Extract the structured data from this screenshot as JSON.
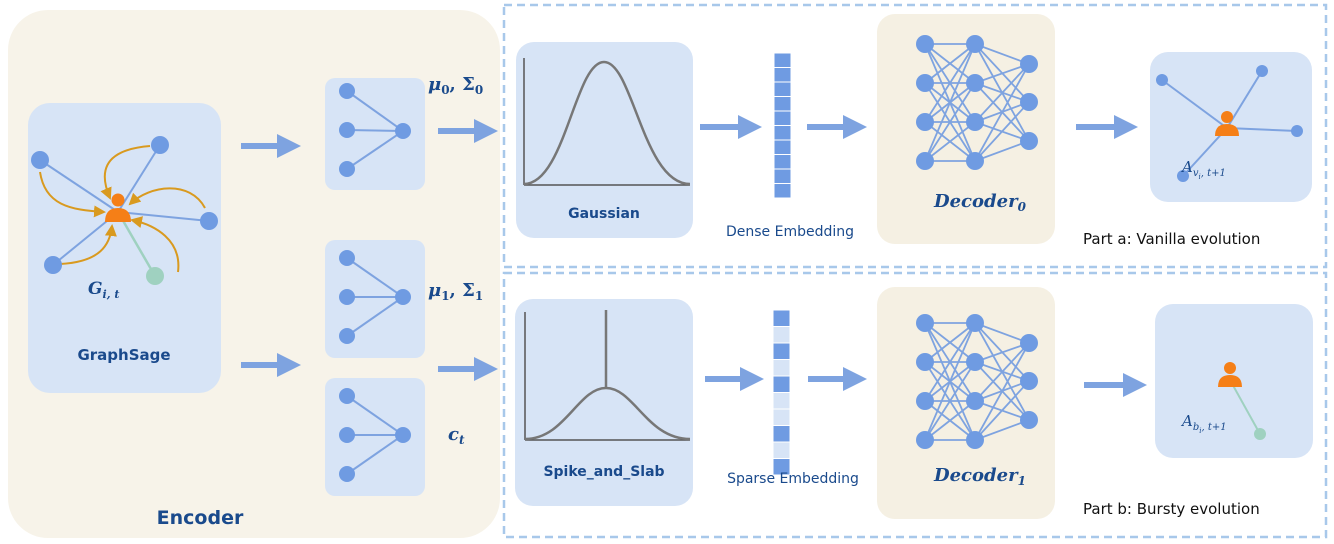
{
  "encoder": {
    "title": "Encoder",
    "graphsage_label": "GraphSage",
    "graph_label_main": "G",
    "graph_label_sub": "i, t",
    "params": {
      "mu0_mu": "μ",
      "mu0_sub": "0",
      "mu0_sigma": "Σ",
      "mu0_sigma_sub": "0",
      "mu1_mu": "μ",
      "mu1_sub": "1",
      "mu1_sigma": "Σ",
      "mu1_sigma_sub": "1",
      "ct_main": "c",
      "ct_sub": "t"
    }
  },
  "part_a": {
    "distribution_label": "Gaussian",
    "embedding_label": "Dense Embedding",
    "decoder_main": "Decoder",
    "decoder_sub": "0",
    "output_main": "A",
    "output_sub_v": "v",
    "output_sub_i": "i",
    "output_sub_rest": ", t+1",
    "caption": "Part a: Vanilla evolution"
  },
  "part_b": {
    "distribution_label": "Spike_and_Slab",
    "embedding_label": "Sparse Embedding",
    "decoder_main": "Decoder",
    "decoder_sub": "1",
    "output_main": "A",
    "output_sub_b": "b",
    "output_sub_i": "i",
    "output_sub_rest": ", t+1",
    "caption": "Part b: Bursty evolution"
  },
  "colors": {
    "node": "#6f9be2",
    "edge": "#7ea3e0",
    "arrow": "#7ea3e0",
    "orange_edge": "#d99a1f",
    "user": "#f57f17",
    "teal": "#9fd1c0",
    "beige_panel": "#f7f3e9",
    "blue_panel": "#d7e4f6",
    "dashed_border": "#a8c8ea"
  }
}
